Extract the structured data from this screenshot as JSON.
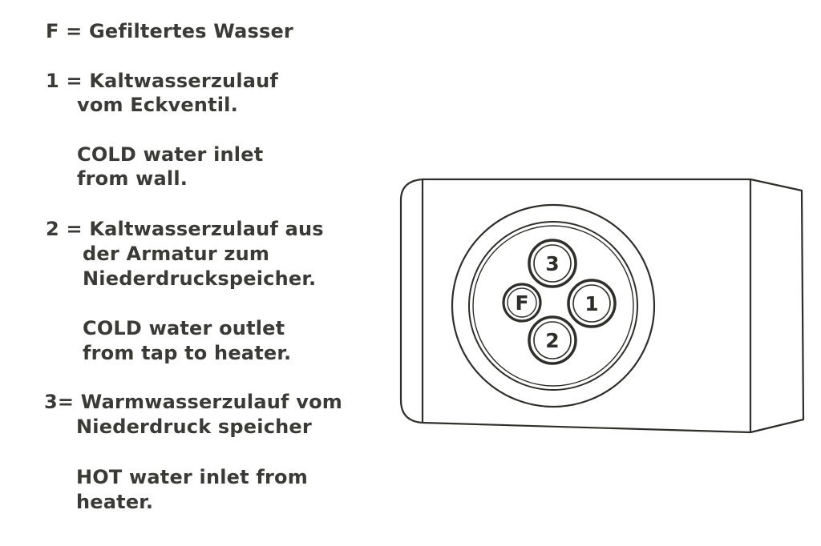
{
  "legend": {
    "f_line": "F = Gefiltertes Wasser",
    "one_line_1": "1 = Kaltwasserzulauf",
    "one_line_2": "vom Eckventil.",
    "one_en_1": "COLD water inlet",
    "one_en_2": "from wall.",
    "two_line_1": "2 = Kaltwasserzulauf aus",
    "two_line_2": "der Armatur zum",
    "two_line_3": "Niederdruckspeicher.",
    "two_en_1": "COLD water outlet",
    "two_en_2": "from tap to heater.",
    "three_line_1": "3= Warmwasserzulauf vom",
    "three_line_2": "Niederdruck speicher",
    "three_en_1": "HOT water inlet from",
    "three_en_2": "heater."
  },
  "diagram": {
    "ports": {
      "f": "F",
      "one": "1",
      "two": "2",
      "three": "3"
    }
  },
  "colors": {
    "text": "#3a3a36",
    "line": "#2e2e2a"
  }
}
